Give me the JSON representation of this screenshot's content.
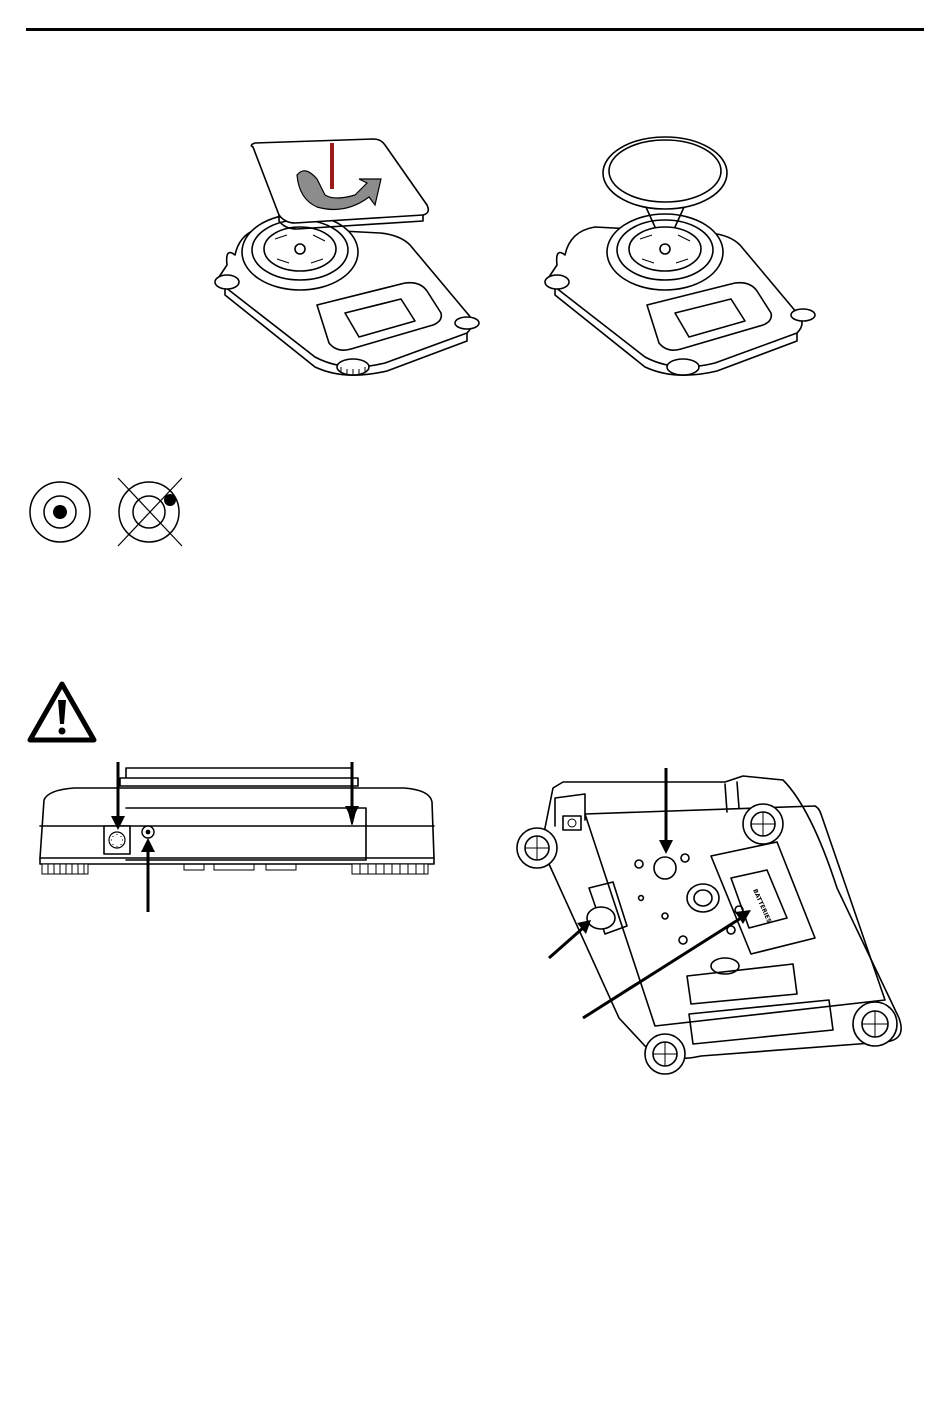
{
  "page": {
    "title": "",
    "bottom_view": {
      "battery_label": "BATTERIES"
    }
  },
  "colors": {
    "ink": "#000000",
    "pan_arrow_gray": "#8c8c8c",
    "pan_marker_red": "#9b1b1b",
    "paper": "#ffffff"
  },
  "icons": [
    "square-pan-install-illustration",
    "round-pan-install-illustration",
    "level-bubble-correct-icon",
    "level-bubble-incorrect-icon",
    "warning-triangle-icon",
    "rear-view-illustration",
    "bottom-view-illustration"
  ]
}
